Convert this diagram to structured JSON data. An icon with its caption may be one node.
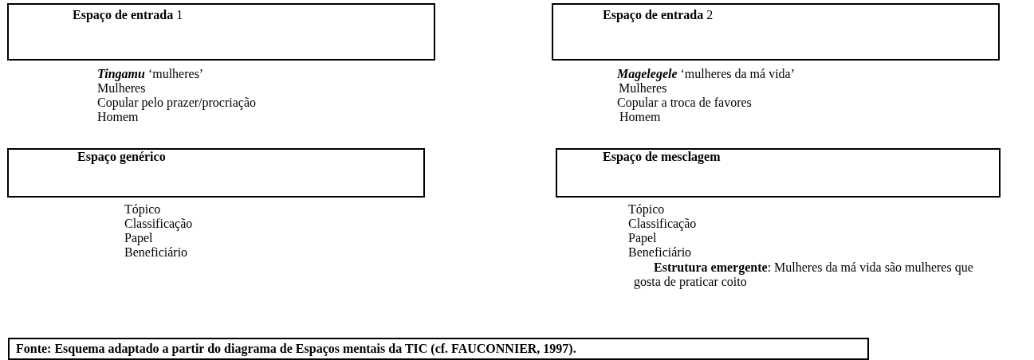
{
  "diagram": {
    "nodes": [
      {
        "text": [
          "**Espaço de entrada** 1"
        ],
        "beside": [
          "**Tingamu**  ‘mulheres’",
          "Mulheres",
          "Copular pelo prazer/procriação",
          "Homem"
        ]
      },
      {
        "text": [
          "**Espaço de entrada** 2"
        ],
        "beside": [
          "**Magelegele**  ‘mulheres da má vida’",
          "Mulheres",
          "Copular a troca de favores",
          "Homem"
        ]
      },
      {
        "text": [
          "Espaço genérico"
        ],
        "beside": [
          "Tópico",
          "Classificação",
          "Papel",
          "Beneficiário"
        ]
      },
      {
        "text": [
          "Espaço de mesclagem"
        ],
        "beside": [
          "Tópico",
          "Classificação",
          "Papel",
          "Beneficiário",
          "**Estrutura emergente**: Mulheres da má vida são mulheres que gosta de praticar coito"
        ]
      },
      {
        "text": [
          "Fonte: Esquema adaptado a partir do diagrama de Espaços mentais da TIC (cf. FAUCONNIER, 1997)."
        ]
      }
    ]
  }
}
